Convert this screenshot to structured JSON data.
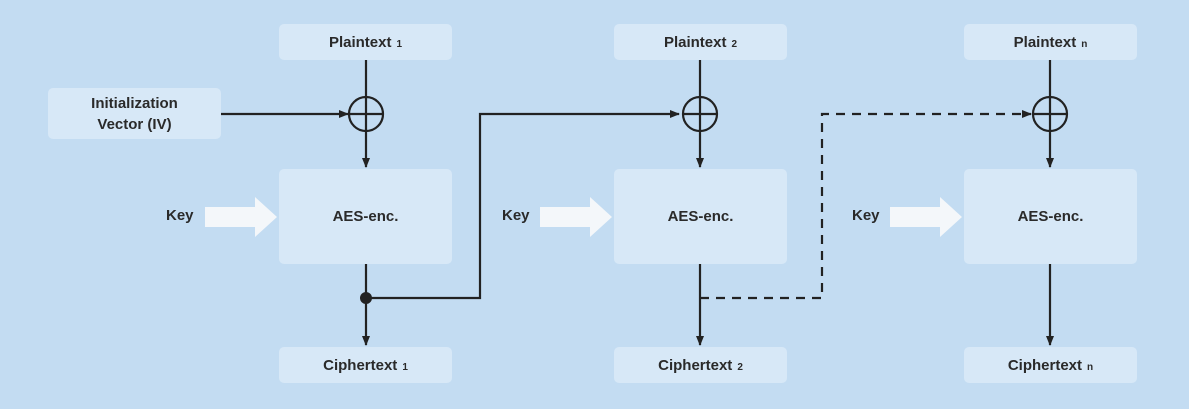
{
  "blocks": [
    {
      "plaintext": "Plaintext",
      "plaintext_sub": "1",
      "cipher": "AES-enc.",
      "key": "Key",
      "ciphertext": "Ciphertext",
      "ciphertext_sub": "1"
    },
    {
      "plaintext": "Plaintext",
      "plaintext_sub": "2",
      "cipher": "AES-enc.",
      "key": "Key",
      "ciphertext": "Ciphertext",
      "ciphertext_sub": "2"
    },
    {
      "plaintext": "Plaintext",
      "plaintext_sub": "n",
      "cipher": "AES-enc.",
      "key": "Key",
      "ciphertext": "Ciphertext",
      "ciphertext_sub": "n"
    }
  ],
  "iv": {
    "line1": "Initialization",
    "line2": "Vector (IV)"
  }
}
